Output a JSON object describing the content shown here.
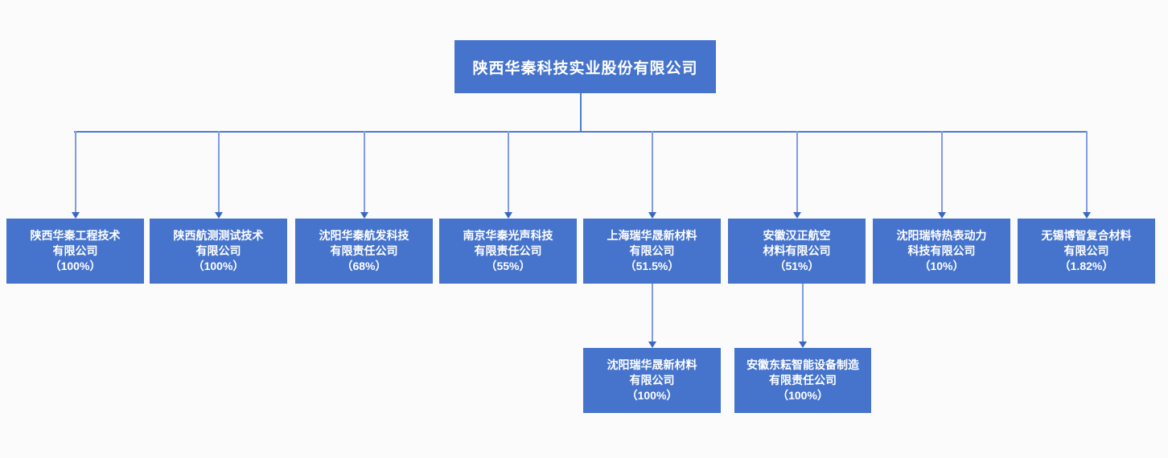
{
  "page": {
    "background": "#fbfbfb",
    "box_fill": "#4674cd",
    "text_color": "#ffffff",
    "trunk_line_color": "#4c79d4",
    "arrow_shaft_color": "#7f9ce2",
    "arrow_head_color": "#3a66c4"
  },
  "root": {
    "name": "陕西华秦科技实业股份有限公司"
  },
  "subsidiaries": [
    {
      "name_lines": [
        "陕西华秦工程技术",
        "有限公司"
      ],
      "ownership": "（100%）"
    },
    {
      "name_lines": [
        "陕西航测测试技术",
        "有限公司"
      ],
      "ownership": "（100%）"
    },
    {
      "name_lines": [
        "沈阳华秦航发科技",
        "有限责任公司"
      ],
      "ownership": "（68%）"
    },
    {
      "name_lines": [
        "南京华秦光声科技",
        "有限责任公司"
      ],
      "ownership": "（55%）"
    },
    {
      "name_lines": [
        "上海瑞华晟新材料",
        "有限公司"
      ],
      "ownership": "（51.5%）"
    },
    {
      "name_lines": [
        "安徽汉正航空",
        "材料有限公司"
      ],
      "ownership": "（51%）"
    },
    {
      "name_lines": [
        "沈阳瑞特热表动力",
        "科技有限公司"
      ],
      "ownership": "（10%）"
    },
    {
      "name_lines": [
        "无锡博智复合材料",
        "有限公司"
      ],
      "ownership": "（1.82%）"
    }
  ],
  "sub_subsidiaries": [
    {
      "name_lines": [
        "沈阳瑞华晟新材料",
        "有限公司"
      ],
      "ownership": "（100%）",
      "parent": "上海瑞华晟新材料有限公司"
    },
    {
      "name_lines": [
        "安徽东耘智能设备制造",
        "有限责任公司"
      ],
      "ownership": "（100%）",
      "parent": "安徽汉正航空材料有限公司"
    }
  ]
}
